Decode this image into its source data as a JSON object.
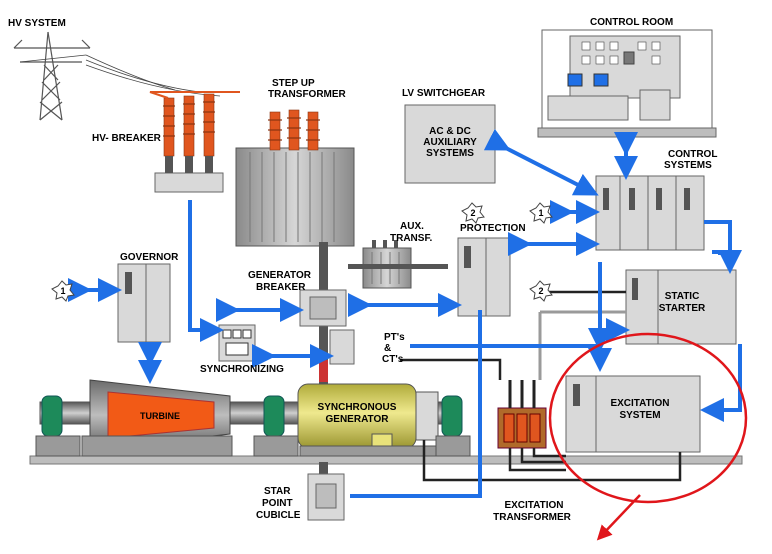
{
  "labels": {
    "hv_system": "HV SYSTEM",
    "step_up_1": "STEP UP",
    "step_up_2": "TRANSFORMER",
    "hv_breaker": "HV- BREAKER",
    "lv_switchgear": "LV SWITCHGEAR",
    "ac_dc_1": "AC & DC",
    "ac_dc_2": "AUXILIARY",
    "ac_dc_3": "SYSTEMS",
    "control_room": "CONTROL ROOM",
    "control_systems_1": "CONTROL",
    "control_systems_2": "SYSTEMS",
    "aux_transf_1": "AUX.",
    "aux_transf_2": "TRANSF.",
    "protection": "PROTECTION",
    "governor": "GOVERNOR",
    "generator_breaker_1": "GENERATOR",
    "generator_breaker_2": "BREAKER",
    "static_starter_1": "STATIC",
    "static_starter_2": "STARTER",
    "pts_1": "PT's",
    "pts_2": "&",
    "pts_3": "CT's",
    "synchronizing": "SYNCHRONIZING",
    "turbine": "TURBINE",
    "synch_gen_1": "SYNCHRONOUS",
    "synch_gen_2": "GENERATOR",
    "excitation_system_1": "EXCITATION",
    "excitation_system_2": "SYSTEM",
    "star_point_1": "STAR",
    "star_point_2": "POINT",
    "star_point_3": "CUBICLE",
    "excitation_transformer_1": "EXCITATION",
    "excitation_transformer_2": "TRANSFORMER"
  },
  "badges": {
    "governor_badge": "1",
    "control_badge": "1",
    "protection_badge": "2",
    "starter_badge": "2"
  },
  "colors": {
    "arrow_blue": "#1f6fe6",
    "panel_gray": "#d9d9d9",
    "turbine_orange": "#f25a16",
    "generator_yellow": "#e8e27a",
    "highlight_red": "#e0161b",
    "insulator_orange": "#e0561f"
  }
}
